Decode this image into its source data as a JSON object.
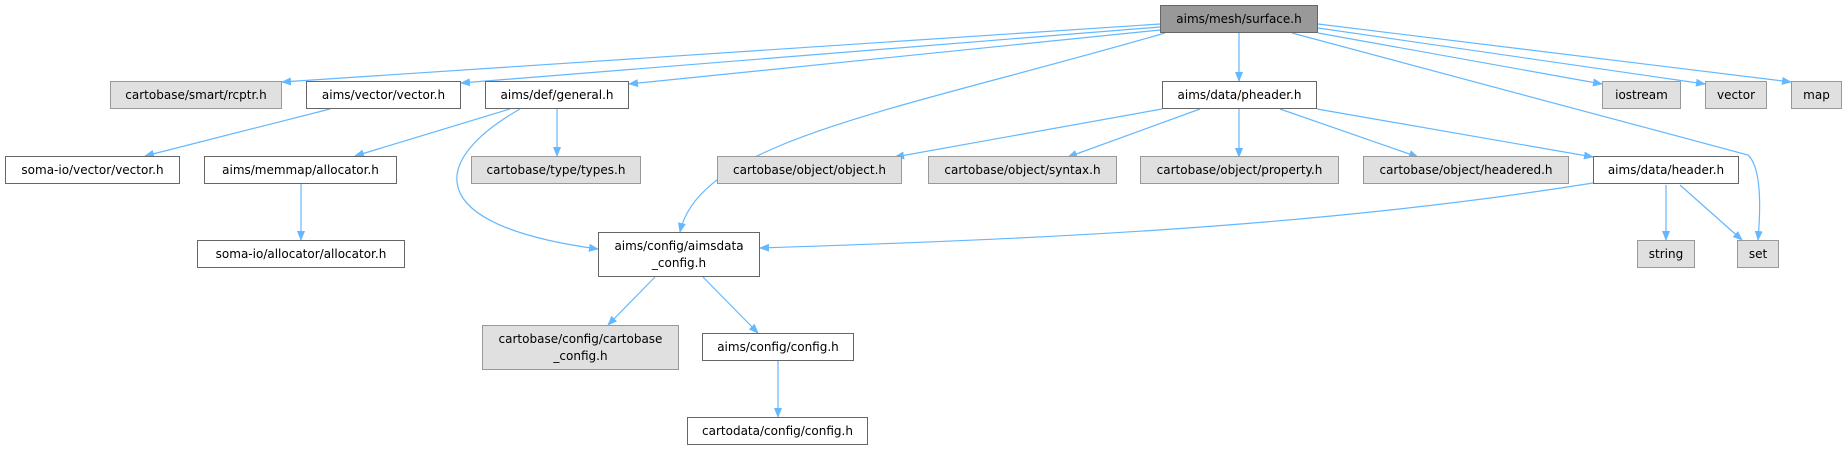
{
  "graph": {
    "nodes": {
      "surface": {
        "label": "aims/mesh/surface.h",
        "kind": "root"
      },
      "rcptr": {
        "label": "cartobase/smart/rcptr.h",
        "kind": "ext"
      },
      "aims_vector": {
        "label": "aims/vector/vector.h",
        "kind": "local"
      },
      "general": {
        "label": "aims/def/general.h",
        "kind": "local"
      },
      "pheader": {
        "label": "aims/data/pheader.h",
        "kind": "local"
      },
      "iostream": {
        "label": "iostream",
        "kind": "ext"
      },
      "std_vector": {
        "label": "vector",
        "kind": "ext"
      },
      "map": {
        "label": "map",
        "kind": "ext"
      },
      "soma_vector": {
        "label": "soma-io/vector/vector.h",
        "kind": "local"
      },
      "memmap_allocator": {
        "label": "aims/memmap/allocator.h",
        "kind": "local"
      },
      "types": {
        "label": "cartobase/type/types.h",
        "kind": "ext"
      },
      "object": {
        "label": "cartobase/object/object.h",
        "kind": "ext"
      },
      "syntax": {
        "label": "cartobase/object/syntax.h",
        "kind": "ext"
      },
      "property": {
        "label": "cartobase/object/property.h",
        "kind": "ext"
      },
      "headered": {
        "label": "cartobase/object/headered.h",
        "kind": "ext"
      },
      "header": {
        "label": "aims/data/header.h",
        "kind": "local"
      },
      "soma_allocator": {
        "label": "soma-io/allocator/allocator.h",
        "kind": "local"
      },
      "aimsdata_config": {
        "label": "aims/config/aimsdata\n_config.h",
        "kind": "local"
      },
      "string": {
        "label": "string",
        "kind": "ext"
      },
      "set": {
        "label": "set",
        "kind": "ext"
      },
      "cartobase_config": {
        "label": "cartobase/config/cartobase\n_config.h",
        "kind": "ext"
      },
      "aims_config": {
        "label": "aims/config/config.h",
        "kind": "local"
      },
      "cartodata_config": {
        "label": "cartodata/config/config.h",
        "kind": "local"
      }
    },
    "edges": [
      [
        "surface",
        "rcptr"
      ],
      [
        "surface",
        "aims_vector"
      ],
      [
        "surface",
        "general"
      ],
      [
        "surface",
        "aimsdata_config"
      ],
      [
        "surface",
        "pheader"
      ],
      [
        "surface",
        "iostream"
      ],
      [
        "surface",
        "std_vector"
      ],
      [
        "surface",
        "map"
      ],
      [
        "surface",
        "set"
      ],
      [
        "aims_vector",
        "soma_vector"
      ],
      [
        "general",
        "memmap_allocator"
      ],
      [
        "general",
        "types"
      ],
      [
        "general",
        "aimsdata_config"
      ],
      [
        "aimsdata_config",
        "cartobase_config"
      ],
      [
        "aimsdata_config",
        "aims_config"
      ],
      [
        "aims_config",
        "cartodata_config"
      ],
      [
        "memmap_allocator",
        "soma_allocator"
      ],
      [
        "pheader",
        "object"
      ],
      [
        "pheader",
        "syntax"
      ],
      [
        "pheader",
        "property"
      ],
      [
        "pheader",
        "headered"
      ],
      [
        "pheader",
        "header"
      ],
      [
        "header",
        "aimsdata_config"
      ],
      [
        "header",
        "string"
      ],
      [
        "header",
        "set"
      ]
    ],
    "colors": {
      "edge": "#63b8ff",
      "root_fill": "#999999",
      "ext_fill": "#e0e0e0",
      "local_fill": "#ffffff"
    }
  }
}
